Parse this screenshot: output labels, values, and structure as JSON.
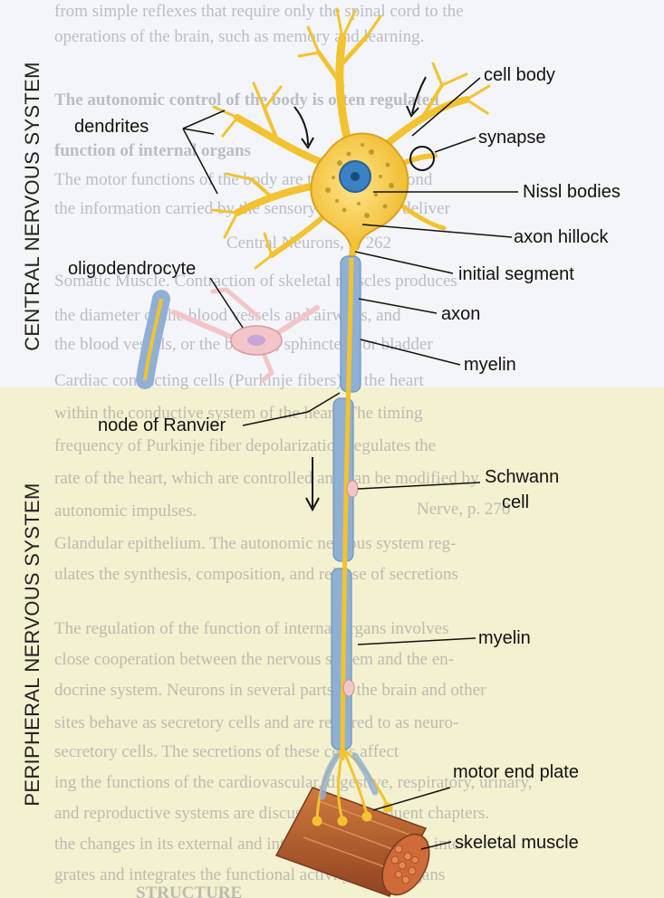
{
  "side_labels": {
    "top": "CENTRAL NERVOUS SYSTEM",
    "bottom": "PERIPHERAL NERVOUS SYSTEM"
  },
  "labels": {
    "cell_body": "cell body",
    "dendrites": "dendrites",
    "synapse": "synapse",
    "nissl_bodies": "Nissl bodies",
    "axon_hillock": "axon hillock",
    "oligodendrocyte": "oligodendrocyte",
    "initial_segment": "initial segment",
    "axon": "axon",
    "myelin_upper": "myelin",
    "node_of_ranvier": "node of Ranvier",
    "schwann_line1": "Schwann",
    "schwann_line2": "cell",
    "myelin_lower": "myelin",
    "motor_end_plate": "motor end plate",
    "skeletal_muscle": "skeletal muscle"
  },
  "background_text": [
    "from simple reflexes that require only the spinal cord to the",
    "operations of the brain, such as memory and learning.",
    "The autonomic control of the body is often regulated",
    "function of internal organs",
    "The motor functions of the body are those that respond",
    "the information carried by the sensory system and deliver",
    "Central Neurons, p. 262",
    "Somatic Muscle. Contraction of skeletal muscles produces",
    "the diameter of the blood vessels and airways, and",
    "the blood vessels, or the bladder, sphincters, or bladder",
    "Cardiac conducting cells (Purkinje fibers) in the heart",
    "within the conductive system of the heart. The timing",
    "frequency of Purkinje fiber depolarization regulates the",
    "rate of the heart, which are controlled and can be modified by",
    "Nerve, p. 270",
    "autonomic impulses.",
    "Glandular epithelium. The autonomic nervous system reg-",
    "ulates the synthesis, composition, and release of secretions",
    "The regulation of the function of internal organs involves",
    "close cooperation between the nervous system and the en-",
    "docrine system. Neurons in several parts of the brain and other",
    "sites behave as secretory cells and are referred to as neuro-",
    "secretory cells. The secretions of these cells affect",
    "ing the functions of the cardiovascular, digestive, respiratory, urinary,",
    "and reproductive systems are discussed in subsequent chapters.",
    "the changes in its external and internal environment. It inte-",
    "grates and integrates the functional activity of the organs",
    "STRUCTURE"
  ],
  "colors": {
    "cns_background": "#f4f5f9",
    "pns_background": "#f3f1cf",
    "neuron_yellow": "#f2c330",
    "myelin_blue": "#8fb0d4",
    "oligodendrocyte_pink": "#f2c6c9",
    "nucleus_blue": "#3a82c4",
    "muscle_brown": "#b5602e"
  }
}
